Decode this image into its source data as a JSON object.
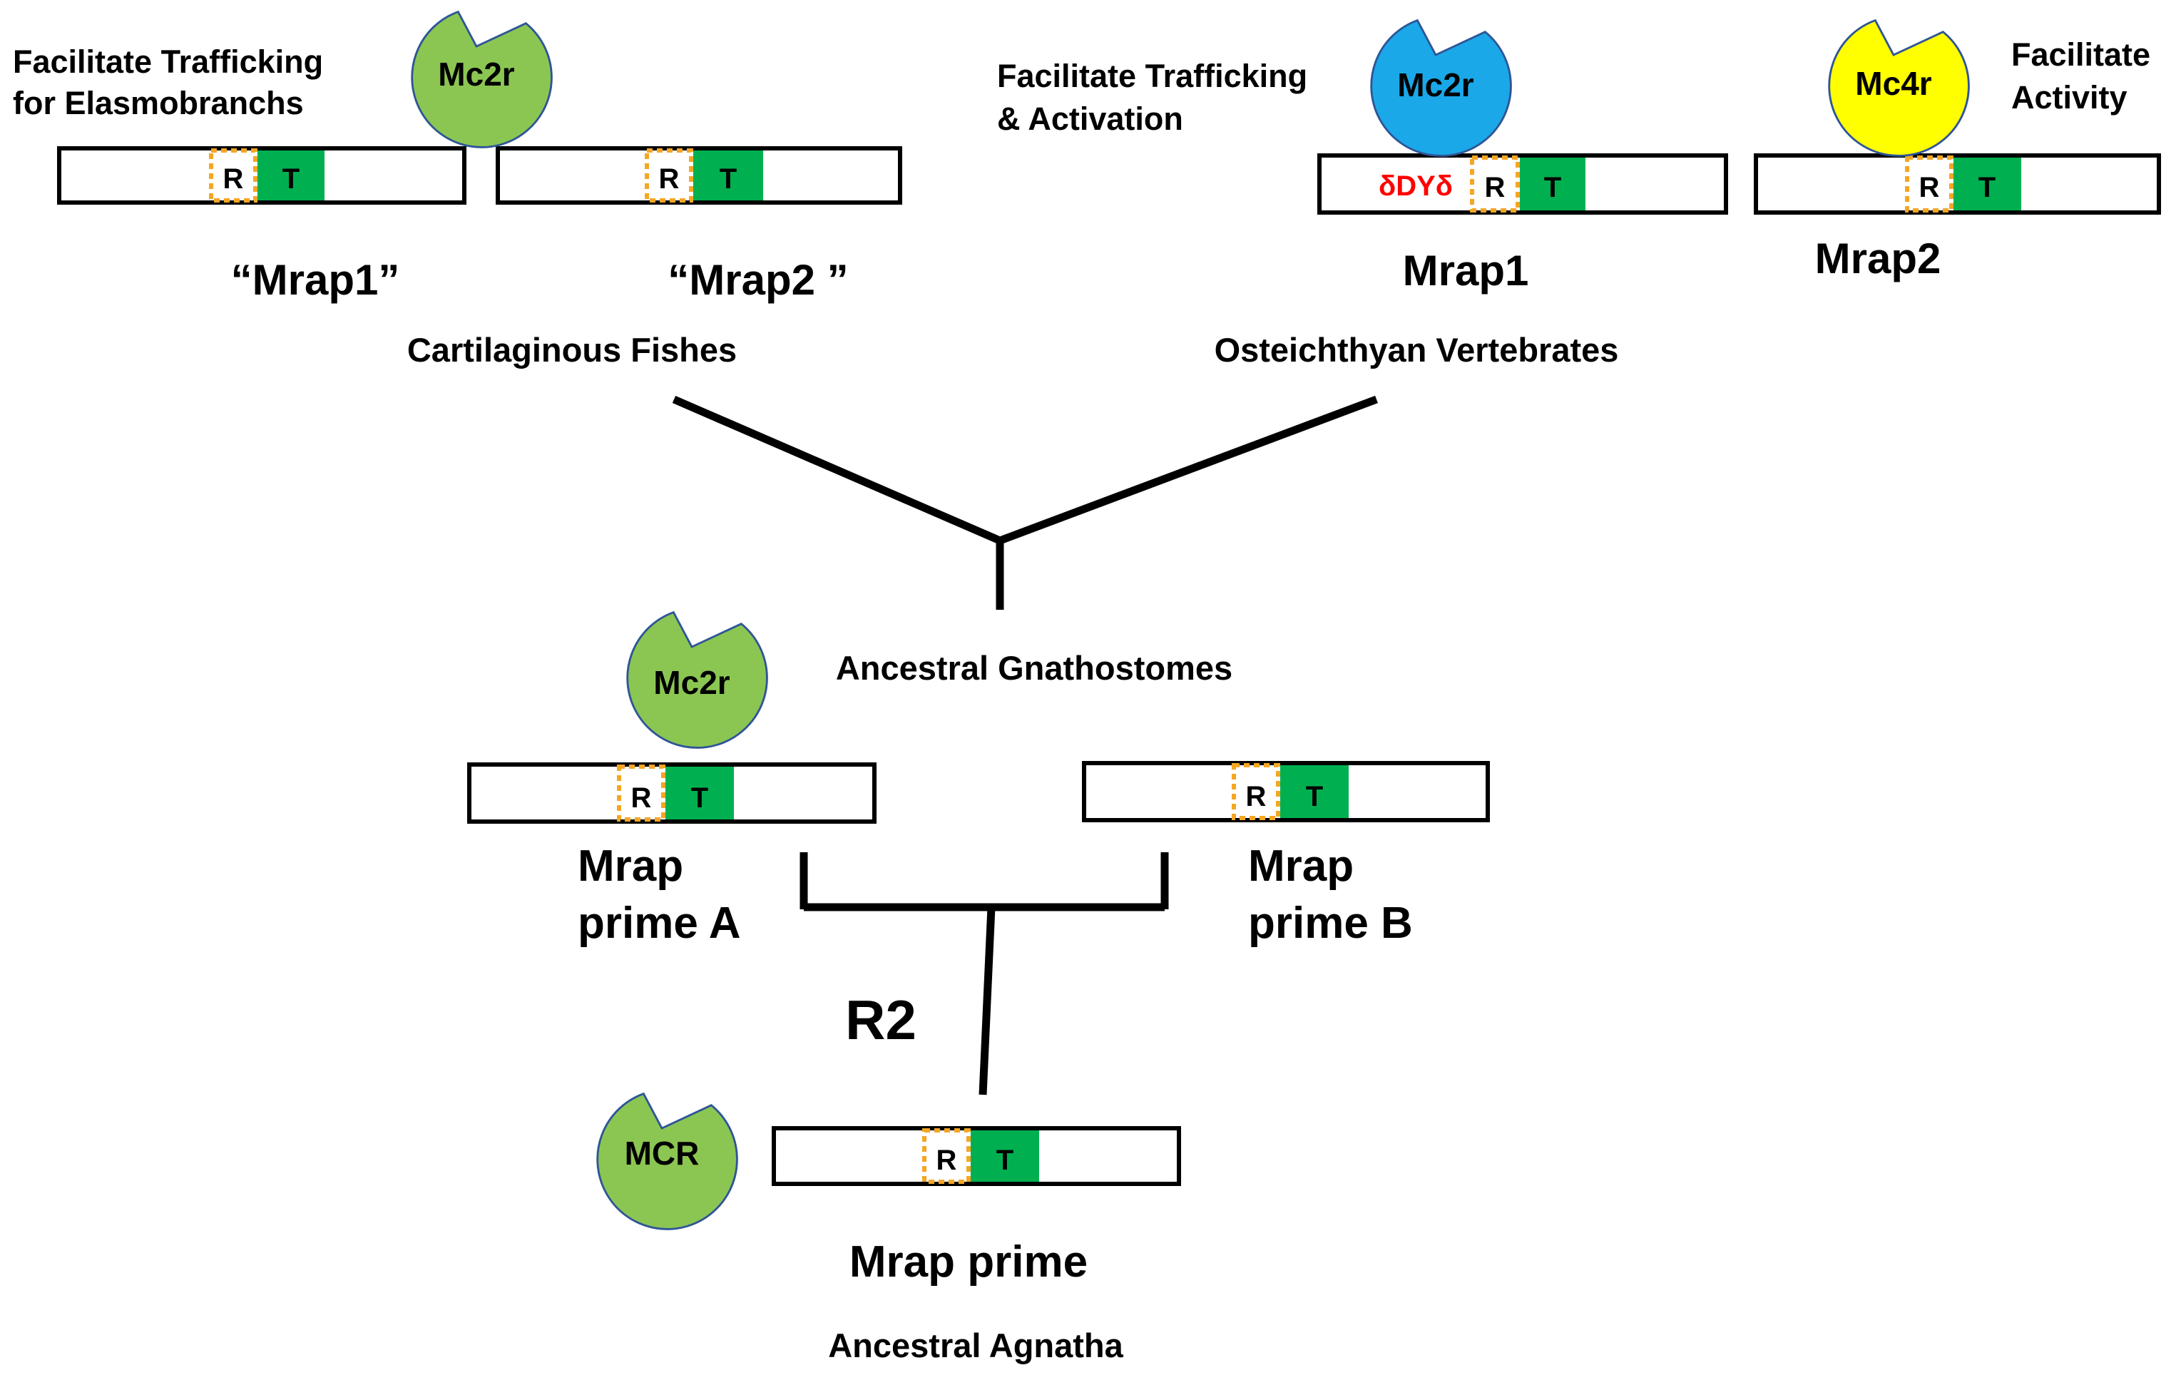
{
  "colors": {
    "green_receptor": "#8CC652",
    "blue_receptor": "#1AA8E8",
    "yellow_receptor": "#FFFF00",
    "t_domain": "#00B050",
    "r_dotted": "#F5A623",
    "motif_text": "#FF0000",
    "receptor_outline": "#2E5597",
    "line": "#000000"
  },
  "receptors": {
    "cart_mc2r": "Mc2r",
    "oste_mc2r": "Mc2r",
    "oste_mc4r": "Mc4r",
    "gnath_mc2r": "Mc2r",
    "agnatha_mcr": "MCR"
  },
  "annotations": {
    "cart_function_line1": "Facilitate Trafficking",
    "cart_function_line2": "for Elasmobranchs",
    "oste_mc2r_function_line1": "Facilitate Trafficking",
    "oste_mc2r_function_line2": "& Activation",
    "oste_mc4r_function_line1": "Facilitate",
    "oste_mc4r_function_line2": "Activity"
  },
  "genes": {
    "cart_mrap1": "“Mrap1”",
    "cart_mrap2": "“Mrap2 ”",
    "oste_mrap1": "Mrap1",
    "oste_mrap2": "Mrap2",
    "mrap_prime_a_line1": "Mrap",
    "mrap_prime_a_line2": "prime A",
    "mrap_prime_b_line1": "Mrap",
    "mrap_prime_b_line2": "prime B",
    "mrap_prime": "Mrap prime"
  },
  "motif": "δDYδ",
  "domains": {
    "r": "R",
    "t": "T"
  },
  "clades": {
    "cartilaginous": "Cartilaginous Fishes",
    "osteichthyan": "Osteichthyan Vertebrates",
    "gnathostomes": "Ancestral Gnathostomes",
    "agnatha": "Ancestral Agnatha"
  },
  "events": {
    "r2": "R2"
  }
}
